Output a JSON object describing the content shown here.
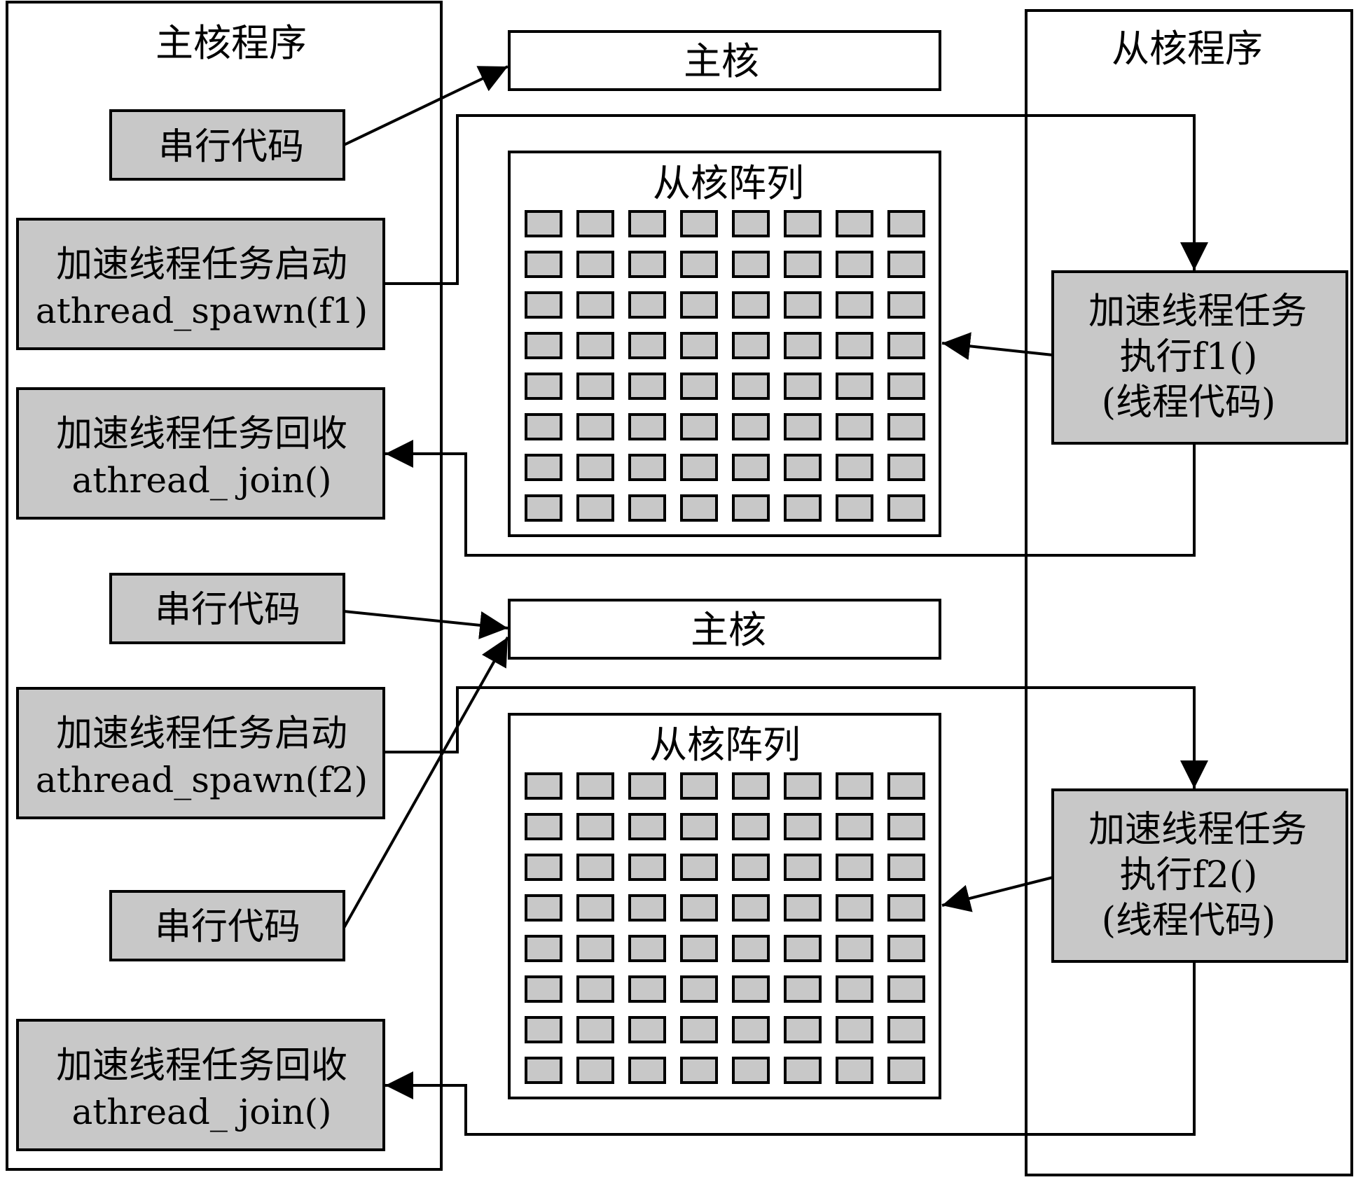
{
  "colors": {
    "box_fill": "#c8c8c8",
    "line": "#000000",
    "background": "#ffffff"
  },
  "main_program": {
    "title": "主核程序",
    "serial_code_1": "串行代码",
    "spawn_1": {
      "line1": "加速线程任务启动",
      "line2": "athread_spawn(f1)"
    },
    "join_1": {
      "line1": "加速线程任务回收",
      "line2": "athread_ join()"
    },
    "serial_code_2": "串行代码",
    "spawn_2": {
      "line1": "加速线程任务启动",
      "line2": "athread_spawn(f2)"
    },
    "serial_code_3": "串行代码",
    "join_2": {
      "line1": "加速线程任务回收",
      "line2": "athread_ join()"
    }
  },
  "center": {
    "main_core_1": "主核",
    "slave_array_1": {
      "title": "从核阵列",
      "rows": 8,
      "cols": 8
    },
    "main_core_2": "主核",
    "slave_array_2": {
      "title": "从核阵列",
      "rows": 8,
      "cols": 8
    }
  },
  "slave_program": {
    "title": "从核程序",
    "exec_1": {
      "line1": "加速线程任务",
      "line2": "执行f1()",
      "line3": "(线程代码)"
    },
    "exec_2": {
      "line1": "加速线程任务",
      "line2": "执行f2()",
      "line3": "(线程代码)"
    }
  }
}
